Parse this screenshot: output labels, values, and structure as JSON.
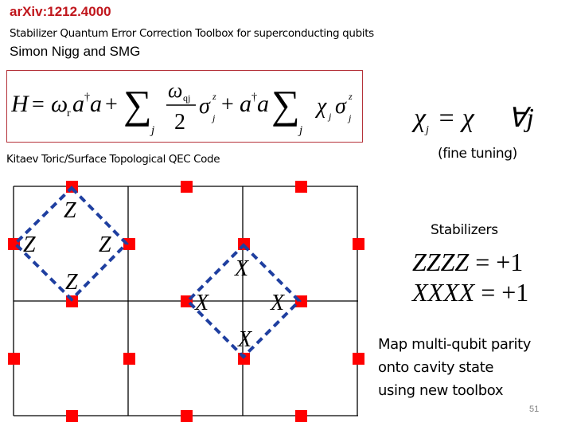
{
  "header": {
    "arxiv_id": "arXiv:1212.4000",
    "paper_title": "Stabilizer Quantum Error Correction Toolbox for superconducting qubits",
    "authors": "Simon Nigg and SMG"
  },
  "hamiltonian": {
    "latex": "H = \\omega_r a^\\dagger a + \\sum_j \\frac{\\omega_{qj}}{2}\\sigma_j^z + a^\\dagger a \\sum_j \\chi_j \\sigma_j^z",
    "box_color": "#b5333a"
  },
  "tuning": {
    "equation_lhs": "χ",
    "equation_lhs_sub": "j",
    "equation_rhs": "= χ",
    "quantifier": "∀j",
    "note": "(fine tuning)"
  },
  "diagram": {
    "title": "Kitaev Toric/Surface Topological QEC Code",
    "qubit_color": "#ff0000",
    "plaquette_color": "#1f3fa0",
    "z_plaquette": {
      "operator": "Z",
      "labels": [
        "Z",
        "Z",
        "Z",
        "Z"
      ]
    },
    "x_star": {
      "operator": "X",
      "labels": [
        "X",
        "X",
        "X",
        "X"
      ]
    }
  },
  "stabilizers": {
    "title": "Stabilizers",
    "equations": [
      {
        "ops": "ZZZZ",
        "value": "= +1"
      },
      {
        "ops": "XXXX",
        "value": "= +1"
      }
    ]
  },
  "description": {
    "lines": [
      "Map multi-qubit parity",
      "onto cavity state",
      "using new toolbox"
    ]
  },
  "footer": {
    "page_number": "51"
  }
}
